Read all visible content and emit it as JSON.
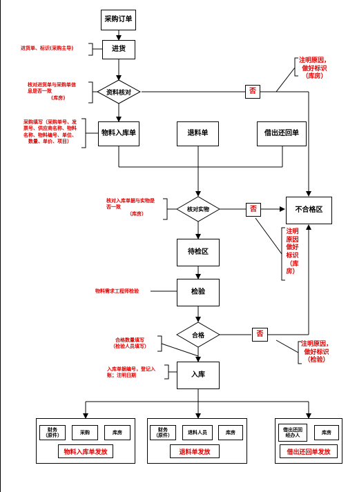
{
  "nodes": {
    "purchase_order": "采购订单",
    "receiving": "进货",
    "doc_check": "资料核对",
    "material_receipt": "物料入库单",
    "return_note": "退料单",
    "borrow_return": "借出还回单",
    "physical_check": "核对实物",
    "nonconforming": "不合格区",
    "pending_inspection": "待检区",
    "inspection": "检验",
    "qualified": "合格",
    "warehousing": "入库",
    "no_1": "否",
    "no_2": "否",
    "no_3": "否"
  },
  "notes": {
    "receiving": "进货单、标识(采购主导)",
    "doc_check_line1": "核对进货单与采购单信",
    "doc_check_line2": "息是否一致",
    "doc_check_line3": "(库房)",
    "fill_line1": "采购填写（采购单号、发",
    "fill_line2": "票号、供应商名称、物料",
    "fill_line3": "名称、物料编号、单位、",
    "fill_line4": "数量、单价、项目）",
    "phys_line1": "核对入库单据与实物是",
    "phys_line2": "否一致",
    "phys_line3": "（库房）",
    "inspect": "物料需求工程师检验",
    "qual_line1": "合格数量填写",
    "qual_line2": "（检验人员填写）",
    "store_line1": "入库单据编号，登记入",
    "store_line2": "账；注明日期",
    "reason1_line1": "注明原因，",
    "reason1_line2": "做好标识",
    "reason1_line3": "（库房）",
    "reason2_v": "注明原因做好标识（库房）",
    "reason3_line1": "注明原因，",
    "reason3_line2": "做好标识",
    "reason3_line3": "（检验）"
  },
  "groups": {
    "g1": {
      "finance_line1": "财务",
      "finance_line2": "（原件）",
      "purchase": "采购",
      "warehouse": "库房",
      "label": "物料入库单发放"
    },
    "g2": {
      "finance_line1": "财务",
      "finance_line2": "（原件）",
      "returner": "退料人员",
      "warehouse": "库房",
      "label": "退料单发放"
    },
    "g3": {
      "handler_line1": "借出还回",
      "handler_line2": "经办人",
      "warehouse": "库房",
      "label": "借出还回单发放"
    }
  },
  "colors": {
    "accent_red": "#e00000",
    "line": "#000000"
  }
}
